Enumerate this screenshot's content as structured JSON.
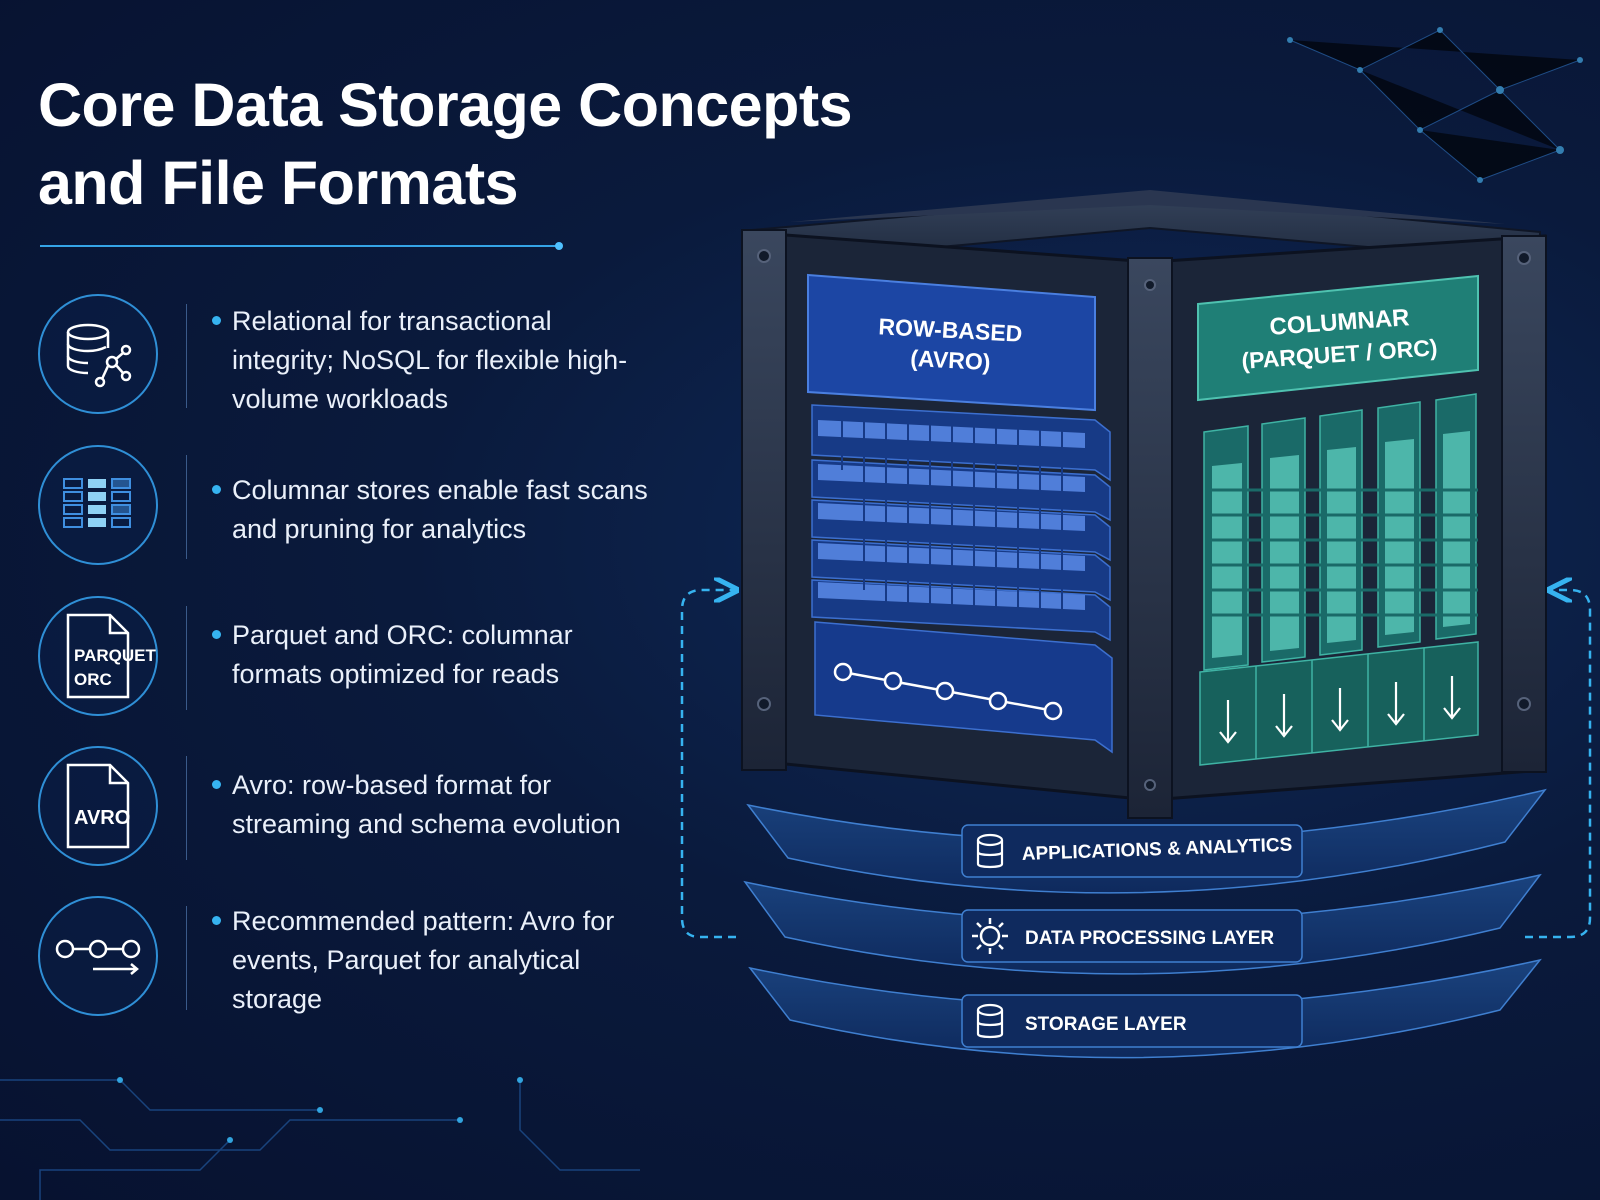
{
  "title": {
    "line1": "Core Data Storage Concepts",
    "line2": "and File Formats"
  },
  "items": [
    {
      "icon": "database-network-icon",
      "text": "Relational for transactional integrity; NoSQL for flexible high-volume workloads"
    },
    {
      "icon": "columnar-grid-icon",
      "text": "Columnar stores enable fast scans and pruning for analytics"
    },
    {
      "icon": "file-icon",
      "icon_label_1": "PARQUET",
      "icon_label_2": "ORC",
      "text": "Parquet and ORC: columnar formats optimized for reads"
    },
    {
      "icon": "file-icon",
      "icon_label_1": "AVRO",
      "text": "Avro: row-based format for streaming and schema evolution"
    },
    {
      "icon": "pipeline-icon",
      "text": "Recommended pattern: Avro for events, Parquet for analytical storage"
    }
  ],
  "diagram": {
    "row_panel": {
      "line1": "ROW-BASED",
      "line2": "(AVRO)"
    },
    "col_panel": {
      "line1": "COLUMNAR",
      "line2": "(PARQUET / ORC)"
    },
    "layers": [
      {
        "icon": "database-icon",
        "label": "APPLICATIONS & ANALYTICS"
      },
      {
        "icon": "gear-icon",
        "label": "DATA PROCESSING LAYER"
      },
      {
        "icon": "database-icon",
        "label": "STORAGE LAYER"
      }
    ]
  },
  "colors": {
    "background": "#0a1a3c",
    "accent": "#36b3f0",
    "row_blue": "#1f4aa8",
    "columnar_teal": "#1f7f76"
  }
}
